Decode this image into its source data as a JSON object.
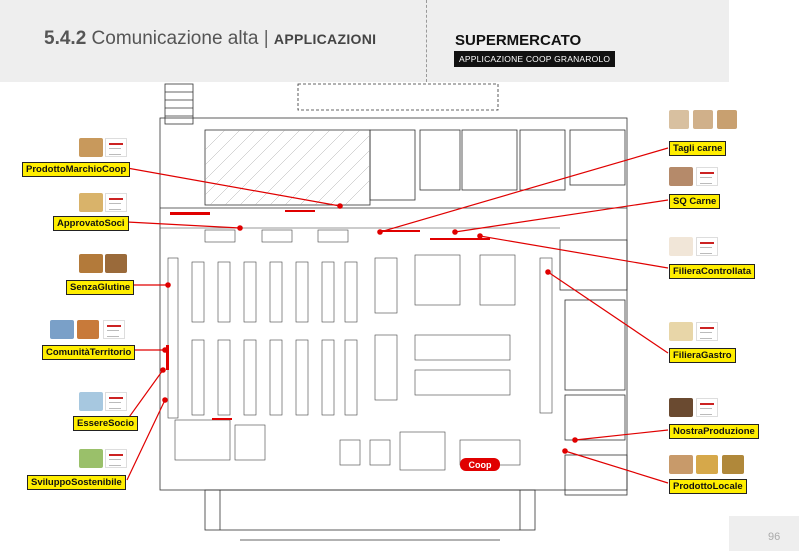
{
  "header": {
    "section_number": "5.4.2",
    "section_title": "Comunicazione alta",
    "separator": "|",
    "section_category": "APPLICAZIONI",
    "subtitle": "SUPERMERCATO",
    "badge": "APPLICAZIONE COOP GRANAROLO"
  },
  "page_number": "96",
  "floor_plan": {
    "logo_text": "Coop"
  },
  "labels": {
    "prodotto_marchio_coop": "ProdottoMarchioCoop",
    "approvato_soci": "ApprovatoSoci",
    "senza_glutine": "SenzaGlutine",
    "comunita_territorio": "ComunitàTerritorio",
    "essere_socio": "EssereSocio",
    "sviluppo_sostenibile": "SviluppoSostenibile",
    "tagli_carne": "Tagli carne",
    "sq_carne": "SQ Carne",
    "filiera_controllata": "FilieraControllata",
    "filiera_gastro": "FilieraGastro",
    "nostra_produzione": "NostraProduzione",
    "prodotto_locale": "ProdottoLocale"
  },
  "colors": {
    "label_bg": "#ffee00",
    "leader_line": "#e00000",
    "header_bg": "#eeeeee",
    "plan_line": "#333333"
  }
}
